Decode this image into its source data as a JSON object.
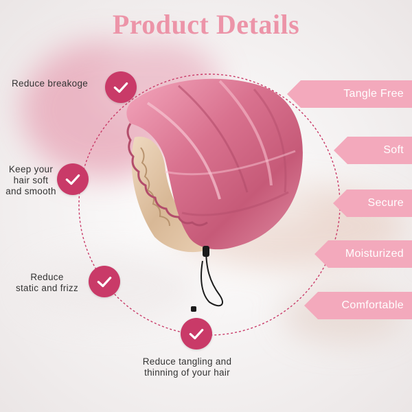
{
  "title": "Product Details",
  "benefits": [
    {
      "label": "Reduce breakoge"
    },
    {
      "label": "Keep your\nhair soft\nand smooth"
    },
    {
      "label": "Reduce\nstatic and frizz"
    },
    {
      "label": "Reduce tangling and\nthinning of your hair"
    }
  ],
  "tags": [
    {
      "label": "Tangle Free"
    },
    {
      "label": "Soft"
    },
    {
      "label": "Secure"
    },
    {
      "label": "Moisturized"
    },
    {
      "label": "Comfortable"
    }
  ],
  "colors": {
    "title": "#ec94a8",
    "check_bg": "#c93a68",
    "tag_bg": "#f3a9bc",
    "satin_pink": "#d9728f",
    "satin_lining": "#e2c7a8"
  },
  "icons": {
    "check": "checkmark-icon"
  }
}
